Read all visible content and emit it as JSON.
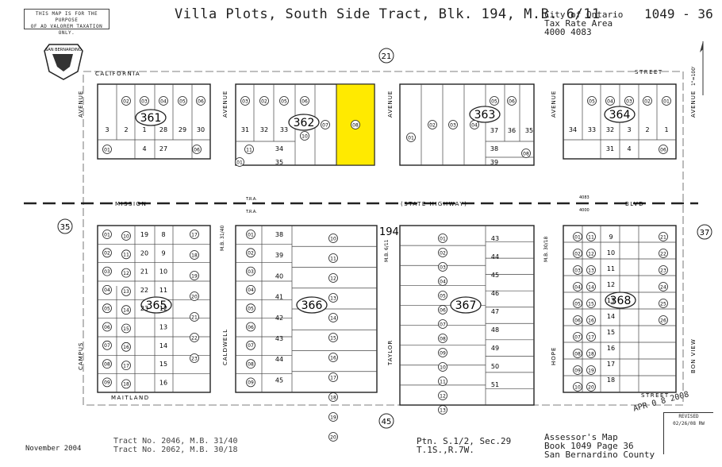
{
  "header": {
    "title": "Villa Plots, South Side Tract, Blk. 194, M.B. 6/11",
    "disclaimer_line1": "THIS MAP IS FOR THE PURPOSE",
    "disclaimer_line2": "OF AD VALOREM TAXATION ONLY.",
    "city_line1": "City of Ontario",
    "city_line2": "Tax Rate Area",
    "city_line3": "4000 4083",
    "page_number": "1049 - 36"
  },
  "footer": {
    "date": "November 2004",
    "tract_line1": "Tract No. 2046, M.B. 31/40",
    "tract_line2": "Tract No. 2062, M.B. 30/18",
    "ptn_line1": "Ptn. S.1/2, Sec.29",
    "ptn_line2": "T.1S.,R.7W.",
    "assessor_line1": "Assessor's Map",
    "assessor_line2": "Book 1049 Page 36",
    "assessor_line3": "San Bernardino County",
    "stamp": "APR 0 8 2008",
    "revised_label": "REVISED",
    "revised_date": "02/26/08 RW"
  },
  "streets": {
    "california": "CALIFORNIA",
    "street_top": "STREET",
    "mission": "MISSION",
    "state_highway": "(STATE HIGHWAY)",
    "blvd": "BLVD",
    "maitland": "MAITLAND",
    "street_bottom": "STREET",
    "avenue": "AVENUE",
    "campus": "CAMPUS",
    "caldwell": "CALDWELL",
    "taylor": "TAYLOR",
    "hope": "HOPE",
    "bon_view": "BON VIEW",
    "tra": "T.R.A.",
    "tra_4083": "4083",
    "tra_4000": "4000"
  },
  "section_markers": {
    "n": "21",
    "w": "35",
    "e": "37",
    "s": "45",
    "block": "194"
  },
  "map_notes": {
    "mb_3140": "M.B. 31/40",
    "mb_3018": "M.B. 30/18",
    "mb_611": "M.B. 6/11",
    "scale": "1\"=100'"
  },
  "highlight_color": "#FFEA00",
  "pages": [
    {
      "id": "361",
      "label": "361"
    },
    {
      "id": "362",
      "label": "362"
    },
    {
      "id": "363",
      "label": "363"
    },
    {
      "id": "364",
      "label": "364"
    },
    {
      "id": "365",
      "label": "365"
    },
    {
      "id": "366",
      "label": "366"
    },
    {
      "id": "367",
      "label": "367"
    },
    {
      "id": "368",
      "label": "368"
    }
  ],
  "parcels": {
    "b361": [
      "03",
      "02",
      "05",
      "04",
      "06",
      "3",
      "2",
      "1",
      "28",
      "29",
      "30",
      "01",
      "4",
      "27",
      "06"
    ],
    "b362": [
      "03",
      "02",
      "05",
      "06",
      "07",
      "08",
      "10",
      "31",
      "32",
      "33",
      "11",
      "34",
      "35",
      "01"
    ],
    "b363": [
      "01",
      "02",
      "03",
      "04",
      "05",
      "06",
      "37",
      "36",
      "35",
      "38",
      "39",
      "08"
    ],
    "b364": [
      "05",
      "04",
      "03",
      "02",
      "01",
      "34",
      "33",
      "32",
      "3",
      "2",
      "1",
      "31",
      "4",
      "06"
    ],
    "b365": [
      "01",
      "02",
      "03",
      "04",
      "05",
      "06",
      "07",
      "08",
      "09",
      "10",
      "11",
      "12",
      "13",
      "14",
      "15",
      "16",
      "17",
      "18",
      "19",
      "20",
      "21",
      "22",
      "23",
      "8",
      "9",
      "10",
      "11",
      "12",
      "13",
      "14",
      "15",
      "16",
      "17",
      "18",
      "19",
      "20",
      "21",
      "22",
      "23"
    ],
    "b366": [
      "01",
      "02",
      "03",
      "04",
      "05",
      "06",
      "07",
      "08",
      "09",
      "10",
      "11",
      "12",
      "13",
      "14",
      "15",
      "16",
      "17",
      "18",
      "19",
      "20",
      "38",
      "39",
      "40",
      "41",
      "42",
      "43",
      "44",
      "45"
    ],
    "b367": [
      "01",
      "02",
      "03",
      "04",
      "05",
      "06",
      "07",
      "08",
      "09",
      "10",
      "11",
      "12",
      "13",
      "43",
      "44",
      "45",
      "46",
      "47",
      "48",
      "49",
      "50",
      "51"
    ],
    "b368": [
      "01",
      "02",
      "03",
      "04",
      "05",
      "06",
      "07",
      "08",
      "09",
      "10",
      "11",
      "12",
      "13",
      "14",
      "15",
      "16",
      "17",
      "18",
      "19",
      "20",
      "21",
      "22",
      "23",
      "24",
      "25",
      "26",
      "9",
      "10",
      "11",
      "12",
      "13",
      "14",
      "15",
      "16",
      "17",
      "18"
    ]
  }
}
